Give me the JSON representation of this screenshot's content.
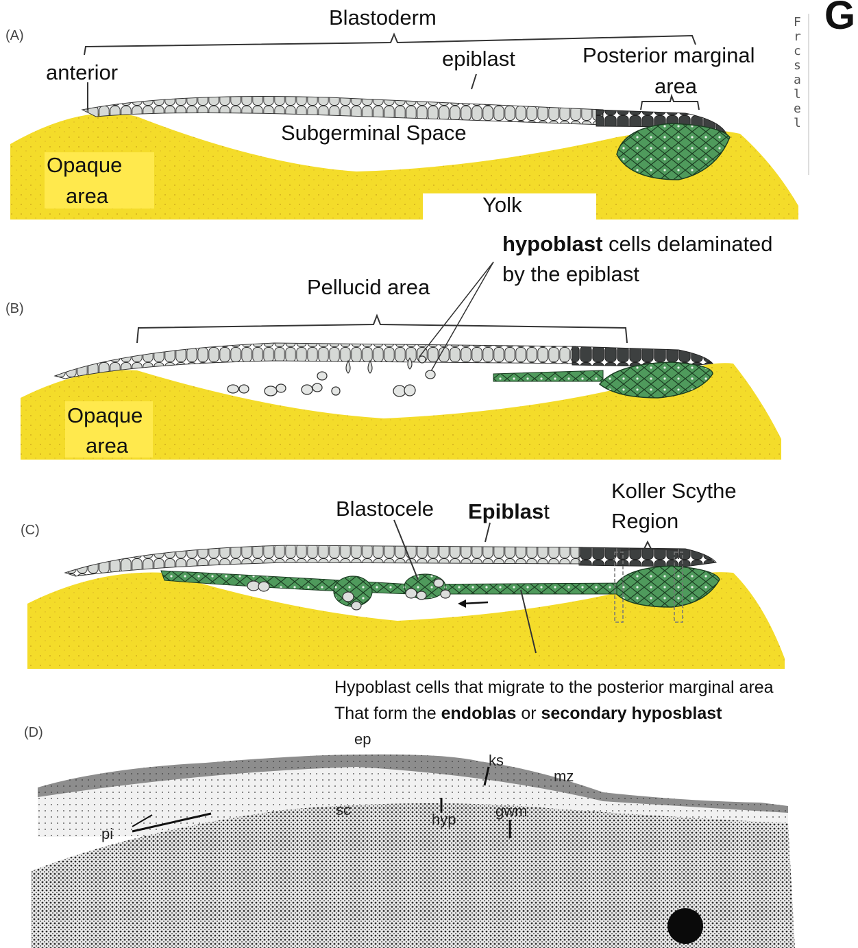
{
  "corner_letter": "G",
  "sidebar_fragment": [
    "F",
    "r",
    "c",
    "s",
    "a",
    "l",
    "e",
    "l"
  ],
  "panels": {
    "a": {
      "tag": "(A)",
      "blastoderm": "Blastoderm",
      "anterior": "anterior",
      "epiblast": "epiblast",
      "posterior_marginal_area_1": "Posterior marginal",
      "posterior_marginal_area_2": "area",
      "subgerminal_space": "Subgerminal Space",
      "opaque_area_1": "Opaque",
      "opaque_area_2": "area",
      "yolk": "Yolk"
    },
    "b": {
      "tag": "(B)",
      "hypoblast_bold": "hypoblast",
      "hypoblast_rest": " cells delaminated",
      "hypoblast_line2": "by the epiblast",
      "pellucid_area": "Pellucid area",
      "opaque_area_1": "Opaque",
      "opaque_area_2": "area"
    },
    "c": {
      "tag": "(C)",
      "blastocele": "Blastocele",
      "epiblast_bold": "Epiblas",
      "epiblast_rest": "t",
      "koller_1": "Koller Scythe",
      "koller_2": "Region",
      "caption_line1": "Hypoblast cells that migrate to the posterior marginal area",
      "caption_line2_a": "That form the ",
      "caption_line2_b": "endoblas",
      "caption_line2_c": " or ",
      "caption_line2_d": "secondary hyposblast"
    },
    "d": {
      "tag": "(D)",
      "ep": "ep",
      "ks": "ks",
      "mz": "mz",
      "sc": "sc",
      "hyp": "hyp",
      "gwm": "gwm",
      "pi": "pi"
    }
  },
  "colors": {
    "yolk": "#f4dc2a",
    "yolk_dot": "#c9a21a",
    "epiblast_cell": "#d6d9d6",
    "posterior_cell": "#3d4040",
    "hypoblast_cell": "#4f9a5c",
    "outline": "#333333"
  }
}
